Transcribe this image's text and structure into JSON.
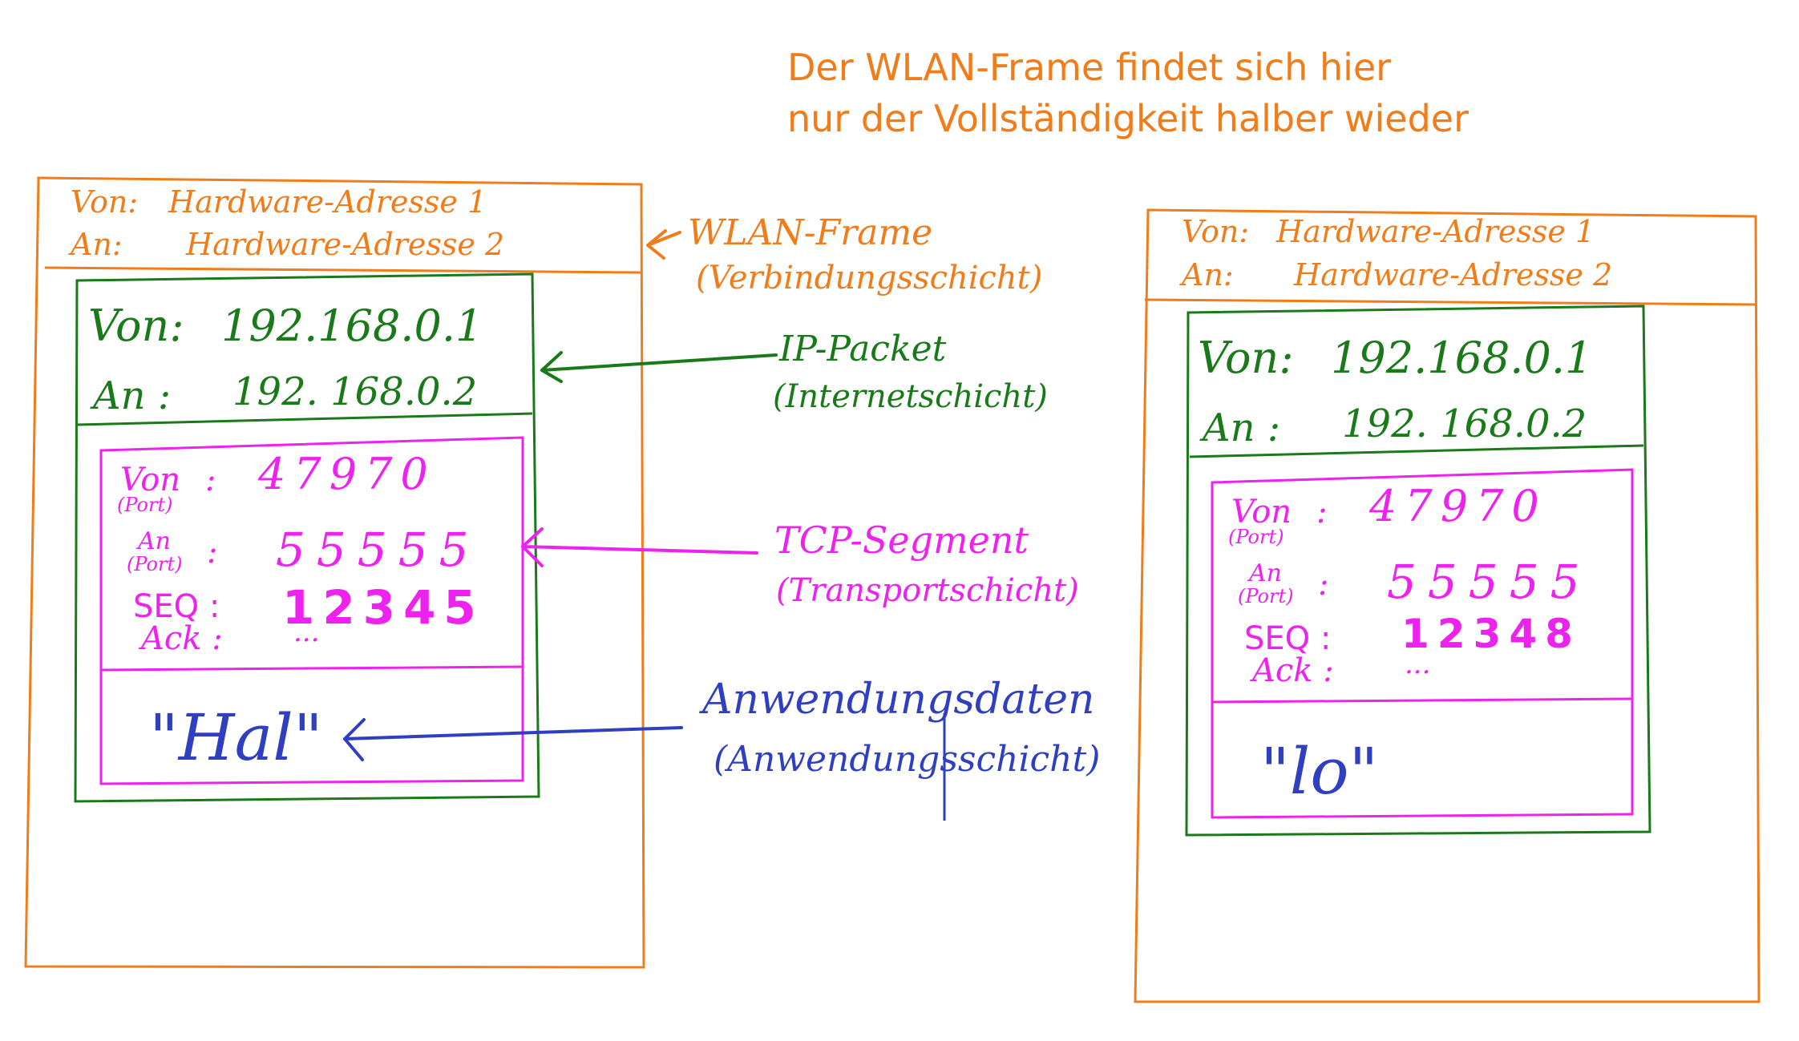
{
  "header_note": {
    "line1": "Der WLAN-Frame findet sich hier",
    "line2": "nur der Vollständigkeit halber wieder"
  },
  "colors": {
    "wlan": "#f07c1a",
    "ip": "#1a7a1a",
    "tcp": "#ee22ee",
    "app": "#2f3fc0"
  },
  "packets": [
    {
      "wlan": {
        "from_label": "Von:",
        "from_value": "Hardware-Adresse 1",
        "to_label": "An:",
        "to_value": "Hardware-Adresse 2"
      },
      "ip": {
        "from_label": "Von:",
        "from_value": "192.168.0.1",
        "to_label": "An :",
        "to_value": "192. 168.0.2"
      },
      "tcp": {
        "from_label": "Von",
        "from_sub": "(Port)",
        "from_value": "47970",
        "to_label": "An",
        "to_sub": "(Port)",
        "to_value": "55555",
        "seq_label": "SEQ :",
        "seq_value": "12345",
        "ack_label": "Ack :",
        "ack_value": "..."
      },
      "data": "\"Hal\""
    },
    {
      "wlan": {
        "from_label": "Von:",
        "from_value": "Hardware-Adresse 1",
        "to_label": "An:",
        "to_value": "Hardware-Adresse 2"
      },
      "ip": {
        "from_label": "Von:",
        "from_value": "192.168.0.1",
        "to_label": "An :",
        "to_value": "192. 168.0.2"
      },
      "tcp": {
        "from_label": "Von",
        "from_sub": "(Port)",
        "from_value": "47970",
        "to_label": "An",
        "to_sub": "(Port)",
        "to_value": "55555",
        "seq_label": "SEQ :",
        "seq_value": "12348",
        "ack_label": "Ack :",
        "ack_value": "..."
      },
      "data": "\"lo\""
    }
  ],
  "annotations": {
    "wlan": {
      "title": "WLAN-Frame",
      "subtitle": "(Verbindungsschicht)"
    },
    "ip": {
      "title": "IP-Packet",
      "subtitle": "(Internetschicht)"
    },
    "tcp": {
      "title": "TCP-Segment",
      "subtitle": "(Transportschicht)"
    },
    "app": {
      "title": "Anwendungsdaten",
      "subtitle": "(Anwendungsschicht)"
    }
  }
}
